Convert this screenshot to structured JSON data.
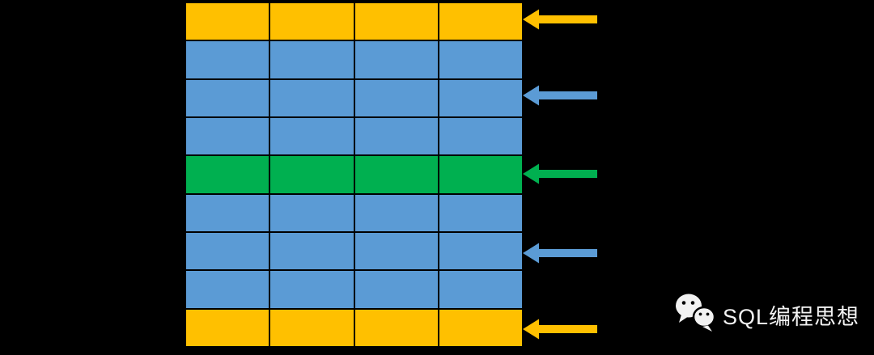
{
  "canvas": {
    "background": "#000000"
  },
  "grid": {
    "columns": 4,
    "row_count": 9,
    "border_color": "#000000",
    "rows": [
      {
        "index": 1,
        "color_name": "gold",
        "color": "#FFC000"
      },
      {
        "index": 2,
        "color_name": "blue",
        "color": "#5B9BD5"
      },
      {
        "index": 3,
        "color_name": "blue",
        "color": "#5B9BD5"
      },
      {
        "index": 4,
        "color_name": "blue",
        "color": "#5B9BD5"
      },
      {
        "index": 5,
        "color_name": "green",
        "color": "#00B050"
      },
      {
        "index": 6,
        "color_name": "blue",
        "color": "#5B9BD5"
      },
      {
        "index": 7,
        "color_name": "blue",
        "color": "#5B9BD5"
      },
      {
        "index": 8,
        "color_name": "blue",
        "color": "#5B9BD5"
      },
      {
        "index": 9,
        "color_name": "gold",
        "color": "#FFC000"
      }
    ]
  },
  "arrows": [
    {
      "color_name": "gold",
      "color": "#FFC000",
      "points_to_row": 1,
      "direction": "left"
    },
    {
      "color_name": "blue",
      "color": "#5B9BD5",
      "points_to_row": 3,
      "direction": "left"
    },
    {
      "color_name": "green",
      "color": "#00B050",
      "points_to_row": 5,
      "direction": "left"
    },
    {
      "color_name": "blue",
      "color": "#5B9BD5",
      "points_to_row": 7,
      "direction": "left"
    },
    {
      "color_name": "gold",
      "color": "#FFC000",
      "points_to_row": 9,
      "direction": "left"
    }
  ],
  "watermark": {
    "icon": "wechat-icon",
    "text": "SQL编程思想",
    "text_color": "#F2F2F2"
  }
}
